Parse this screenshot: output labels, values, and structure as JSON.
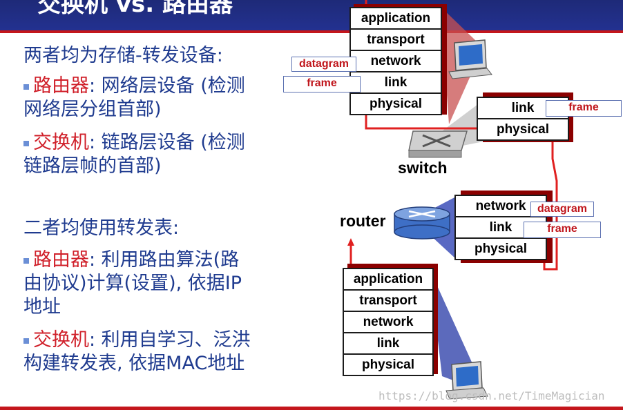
{
  "slide": {
    "title": "交换机 vs. 路由器"
  },
  "left": {
    "p1": "两者均为存储-转发设备:",
    "p2_label": "路由器",
    "p2_rest": ": 网络层设备 (检测",
    "p2_cont": "网络层分组首部)",
    "p3_label": "交换机",
    "p3_rest": ": 链路层设备 (检测",
    "p3_cont": "链路层帧的首部)",
    "p4": "二者均使用转发表:",
    "p5_label": "路由器",
    "p5_rest": ": 利用路由算法(路",
    "p5_cont1": "由协议)计算(设置), 依据IP",
    "p5_cont2": "地址",
    "p6_label": "交换机",
    "p6_rest": ": 利用自学习、泛洪",
    "p6_cont": "构建转发表, 依据MAC地址"
  },
  "diagram": {
    "top_host_stack": [
      "application",
      "transport",
      "network",
      "link",
      "physical"
    ],
    "switch_stack": [
      "link",
      "physical"
    ],
    "router_stack": [
      "network",
      "link",
      "physical"
    ],
    "bottom_host_stack": [
      "application",
      "transport",
      "network",
      "link",
      "physical"
    ],
    "tags": {
      "datagram_top": "datagram",
      "frame_top": "frame",
      "frame_switch": "frame",
      "datagram_router": "datagram",
      "frame_router": "frame"
    },
    "switch_label": "switch",
    "router_label": "router"
  },
  "watermark": "https://blog.csdn.net/TimeMagician",
  "colors": {
    "banner": "#1e2a78",
    "accent_red": "#c4161c",
    "text_blue": "#1f3b8f"
  }
}
